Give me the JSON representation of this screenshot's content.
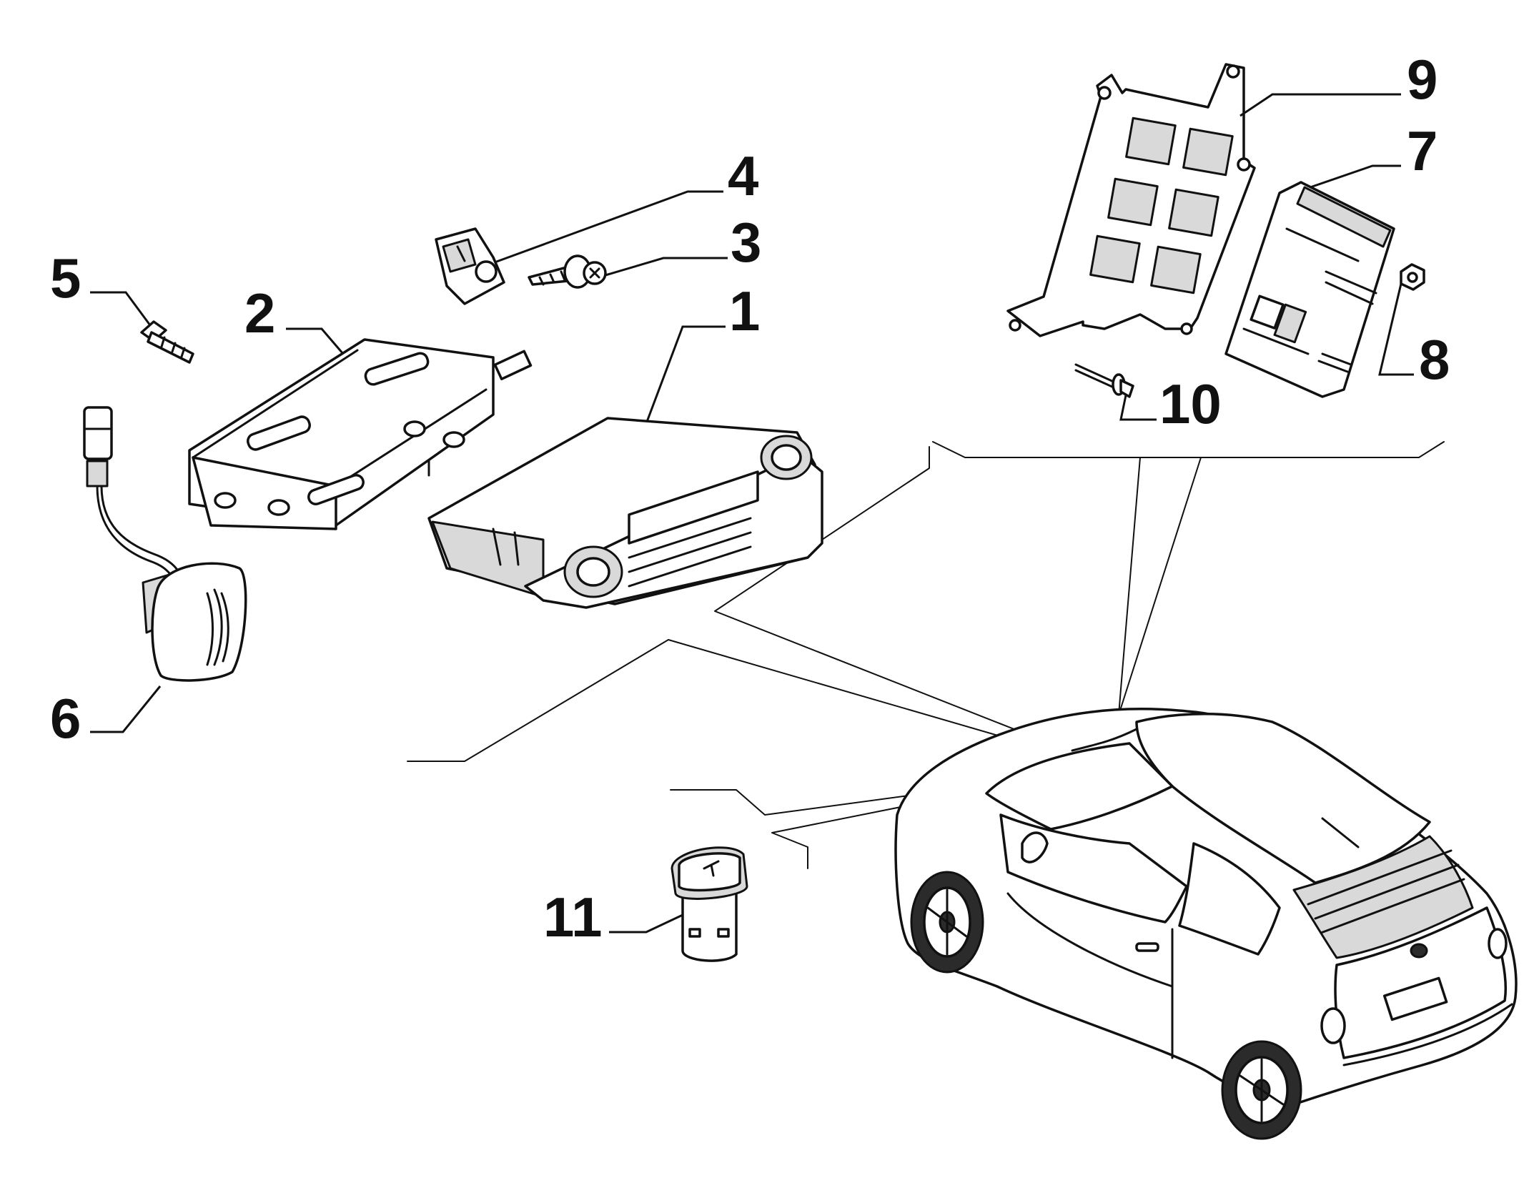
{
  "diagram": {
    "callouts": [
      {
        "id": "1",
        "label": "1"
      },
      {
        "id": "2",
        "label": "2"
      },
      {
        "id": "3",
        "label": "3"
      },
      {
        "id": "4",
        "label": "4"
      },
      {
        "id": "5",
        "label": "5"
      },
      {
        "id": "6",
        "label": "6"
      },
      {
        "id": "7",
        "label": "7"
      },
      {
        "id": "8",
        "label": "8"
      },
      {
        "id": "9",
        "label": "9"
      },
      {
        "id": "10",
        "label": "10"
      },
      {
        "id": "11",
        "label": "11"
      }
    ],
    "colors": {
      "ink": "#111111",
      "background": "#ffffff",
      "shade": "#d9d9d9",
      "dark": "#2b2b2b"
    }
  }
}
